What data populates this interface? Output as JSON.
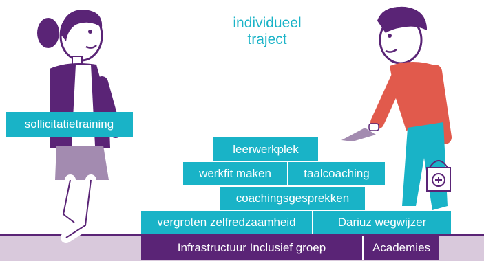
{
  "title": {
    "line1": "individueel",
    "line2": "traject"
  },
  "blocks": {
    "sollicitatie": "sollicitatietraining",
    "leerwerkplek": "leerwerkplek",
    "werkfit": "werkfit maken",
    "taalcoaching": "taalcoaching",
    "coaching": "coachingsgesprekken",
    "zelfredzaamheid": "vergroten zelfredzaamheid",
    "dariuz": "Dariuz wegwijzer",
    "infrastructuur": "Infrastructuur Inclusief groep",
    "academies": "Academies"
  },
  "colors": {
    "teal": "#19b3c7",
    "purple": "#5a2476",
    "red": "#e15a4c",
    "ground": "#d9c9dc"
  }
}
